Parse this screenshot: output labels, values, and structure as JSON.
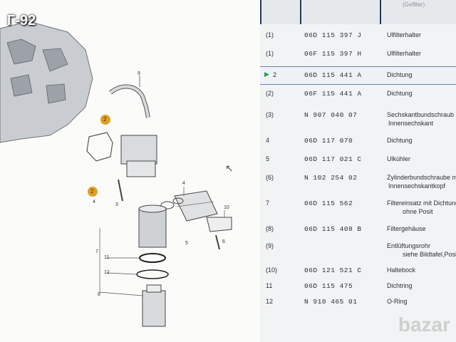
{
  "overlay_label": "Г-92",
  "watermark": "bazar",
  "diagram": {
    "callouts": [
      "9",
      "2",
      "2",
      "3",
      "4",
      "4",
      "5",
      "6",
      "7",
      "8",
      "10",
      "11",
      "12"
    ]
  },
  "parts_table": {
    "header_hint": "(Gefilter)",
    "rows": [
      {
        "pos": "(1)",
        "part": "06D 115 397 J",
        "desc": "Ulfilterhalter",
        "desc2": ""
      },
      {
        "pos": "(1)",
        "part": "06F 115 397 H",
        "desc": "Ulfilterhalter",
        "desc2": ""
      },
      {
        "pos": "2",
        "part": "06D 115 441 A",
        "desc": "Dichtung",
        "desc2": "",
        "selected": true
      },
      {
        "pos": "(2)",
        "part": "06F 115 441 A",
        "desc": "Dichtung",
        "desc2": ""
      },
      {
        "pos": "(3)",
        "part": "N   907 040 07",
        "desc": "Sechskantbundschraub",
        "desc2": "Innensechskant"
      },
      {
        "pos": "4",
        "part": "06D 117 070",
        "desc": "Dichtung",
        "desc2": ""
      },
      {
        "pos": "5",
        "part": "06D 117 021 C",
        "desc": "Ulkühler",
        "desc2": ""
      },
      {
        "pos": "(6)",
        "part": "N   102 254 02",
        "desc": "Zylinderbundschraube m",
        "desc2": "Innensechskantkopf"
      },
      {
        "pos": "7",
        "part": "06D 115 562",
        "desc": "Filtereinsatz mit Dichtung",
        "desc2": "ohne Posit"
      },
      {
        "pos": "(8)",
        "part": "06D 115 408 B",
        "desc": "Filtergehäuse",
        "desc2": ""
      },
      {
        "pos": "(9)",
        "part": "",
        "desc": "Entlüftungsrohr",
        "desc2": "siehe Bildtafel,Position"
      },
      {
        "pos": "(10)",
        "part": "06D 121 521 C",
        "desc": "Haltebock",
        "desc2": ""
      },
      {
        "pos": "11",
        "part": "06D 115 475",
        "desc": "Dichtring",
        "desc2": ""
      },
      {
        "pos": "12",
        "part": "N   910 465 01",
        "desc": "O-Ring",
        "desc2": ""
      }
    ]
  },
  "colors": {
    "selection_outline": "#6b82a6",
    "callout_badge": "#e0a020",
    "play_marker": "#2d9a4a"
  }
}
